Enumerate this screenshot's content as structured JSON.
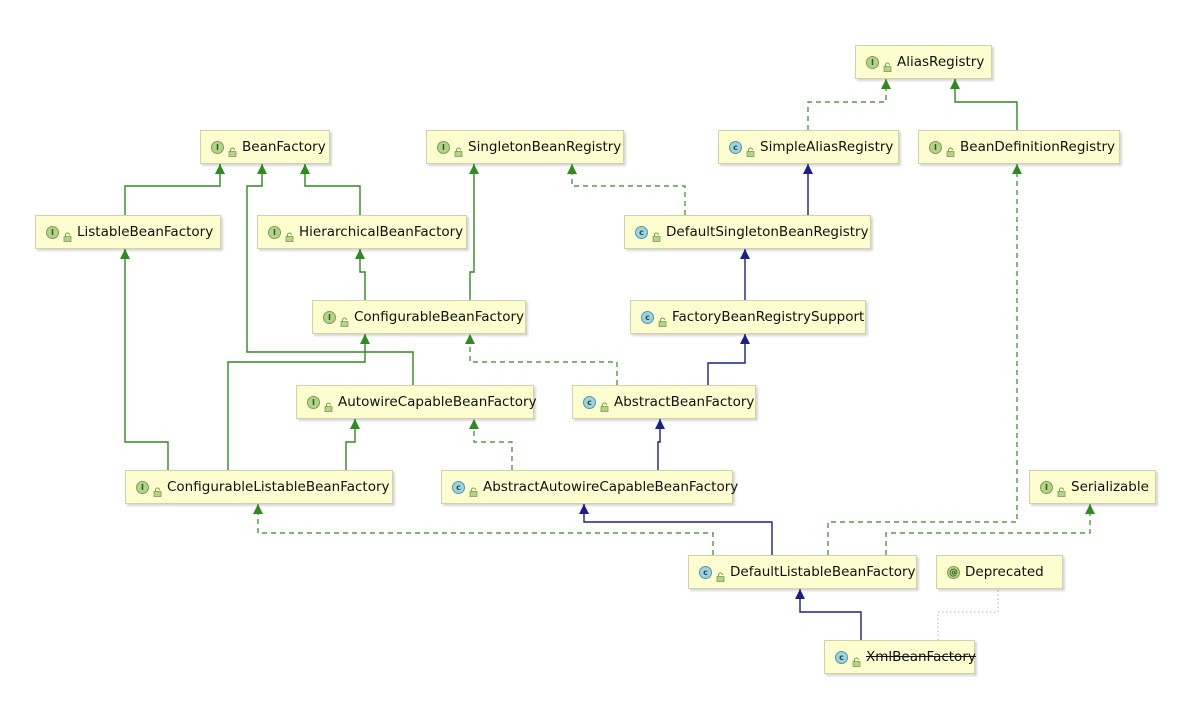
{
  "colors": {
    "interface_link": "#2e8b1e",
    "class_link": "#1b1f8a",
    "dependency_link": "#b8b8b8",
    "node_fill": "#fefdd0"
  },
  "nodes": {
    "alias_registry": {
      "label": "AliasRegistry",
      "kind": "I"
    },
    "bean_factory": {
      "label": "BeanFactory",
      "kind": "I"
    },
    "singleton_bean_registry": {
      "label": "SingletonBeanRegistry",
      "kind": "I"
    },
    "simple_alias_registry": {
      "label": "SimpleAliasRegistry",
      "kind": "C"
    },
    "bean_definition_registry": {
      "label": "BeanDefinitionRegistry",
      "kind": "I"
    },
    "listable_bean_factory": {
      "label": "ListableBeanFactory",
      "kind": "I"
    },
    "hierarchical_bean_factory": {
      "label": "HierarchicalBeanFactory",
      "kind": "I"
    },
    "default_singleton_bean_registry": {
      "label": "DefaultSingletonBeanRegistry",
      "kind": "C"
    },
    "configurable_bean_factory": {
      "label": "ConfigurableBeanFactory",
      "kind": "I"
    },
    "factory_bean_registry_support": {
      "label": "FactoryBeanRegistrySupport",
      "kind": "C"
    },
    "autowire_capable_bean_factory": {
      "label": "AutowireCapableBeanFactory",
      "kind": "I"
    },
    "abstract_bean_factory": {
      "label": "AbstractBeanFactory",
      "kind": "C"
    },
    "configurable_listable_bean_factory": {
      "label": "ConfigurableListableBeanFactory",
      "kind": "I"
    },
    "abstract_autowire_capable_bean_factory": {
      "label": "AbstractAutowireCapableBeanFactory",
      "kind": "C"
    },
    "serializable": {
      "label": "Serializable",
      "kind": "I"
    },
    "default_listable_bean_factory": {
      "label": "DefaultListableBeanFactory",
      "kind": "C"
    },
    "deprecated": {
      "label": "Deprecated",
      "kind": "@"
    },
    "xml_bean_factory": {
      "label": "XmlBeanFactory",
      "kind": "C",
      "deprecated": true
    }
  },
  "edges": [
    {
      "from": "simple_alias_registry",
      "to": "alias_registry",
      "type": "implements"
    },
    {
      "from": "bean_definition_registry",
      "to": "alias_registry",
      "type": "extends-interface"
    },
    {
      "from": "listable_bean_factory",
      "to": "bean_factory",
      "type": "extends-interface"
    },
    {
      "from": "hierarchical_bean_factory",
      "to": "bean_factory",
      "type": "extends-interface"
    },
    {
      "from": "default_singleton_bean_registry",
      "to": "singleton_bean_registry",
      "type": "implements"
    },
    {
      "from": "default_singleton_bean_registry",
      "to": "simple_alias_registry",
      "type": "extends"
    },
    {
      "from": "configurable_bean_factory",
      "to": "hierarchical_bean_factory",
      "type": "extends-interface"
    },
    {
      "from": "configurable_bean_factory",
      "to": "singleton_bean_registry",
      "type": "extends-interface"
    },
    {
      "from": "factory_bean_registry_support",
      "to": "default_singleton_bean_registry",
      "type": "extends"
    },
    {
      "from": "autowire_capable_bean_factory",
      "to": "bean_factory",
      "type": "extends-interface"
    },
    {
      "from": "abstract_bean_factory",
      "to": "factory_bean_registry_support",
      "type": "extends"
    },
    {
      "from": "abstract_bean_factory",
      "to": "configurable_bean_factory",
      "type": "implements"
    },
    {
      "from": "configurable_listable_bean_factory",
      "to": "listable_bean_factory",
      "type": "extends-interface"
    },
    {
      "from": "configurable_listable_bean_factory",
      "to": "configurable_bean_factory",
      "type": "extends-interface"
    },
    {
      "from": "configurable_listable_bean_factory",
      "to": "autowire_capable_bean_factory",
      "type": "extends-interface"
    },
    {
      "from": "abstract_autowire_capable_bean_factory",
      "to": "abstract_bean_factory",
      "type": "extends"
    },
    {
      "from": "abstract_autowire_capable_bean_factory",
      "to": "autowire_capable_bean_factory",
      "type": "implements"
    },
    {
      "from": "default_listable_bean_factory",
      "to": "abstract_autowire_capable_bean_factory",
      "type": "extends"
    },
    {
      "from": "default_listable_bean_factory",
      "to": "configurable_listable_bean_factory",
      "type": "implements"
    },
    {
      "from": "default_listable_bean_factory",
      "to": "bean_definition_registry",
      "type": "implements"
    },
    {
      "from": "default_listable_bean_factory",
      "to": "serializable",
      "type": "implements"
    },
    {
      "from": "xml_bean_factory",
      "to": "default_listable_bean_factory",
      "type": "extends"
    },
    {
      "from": "xml_bean_factory",
      "to": "deprecated",
      "type": "annotated"
    }
  ]
}
